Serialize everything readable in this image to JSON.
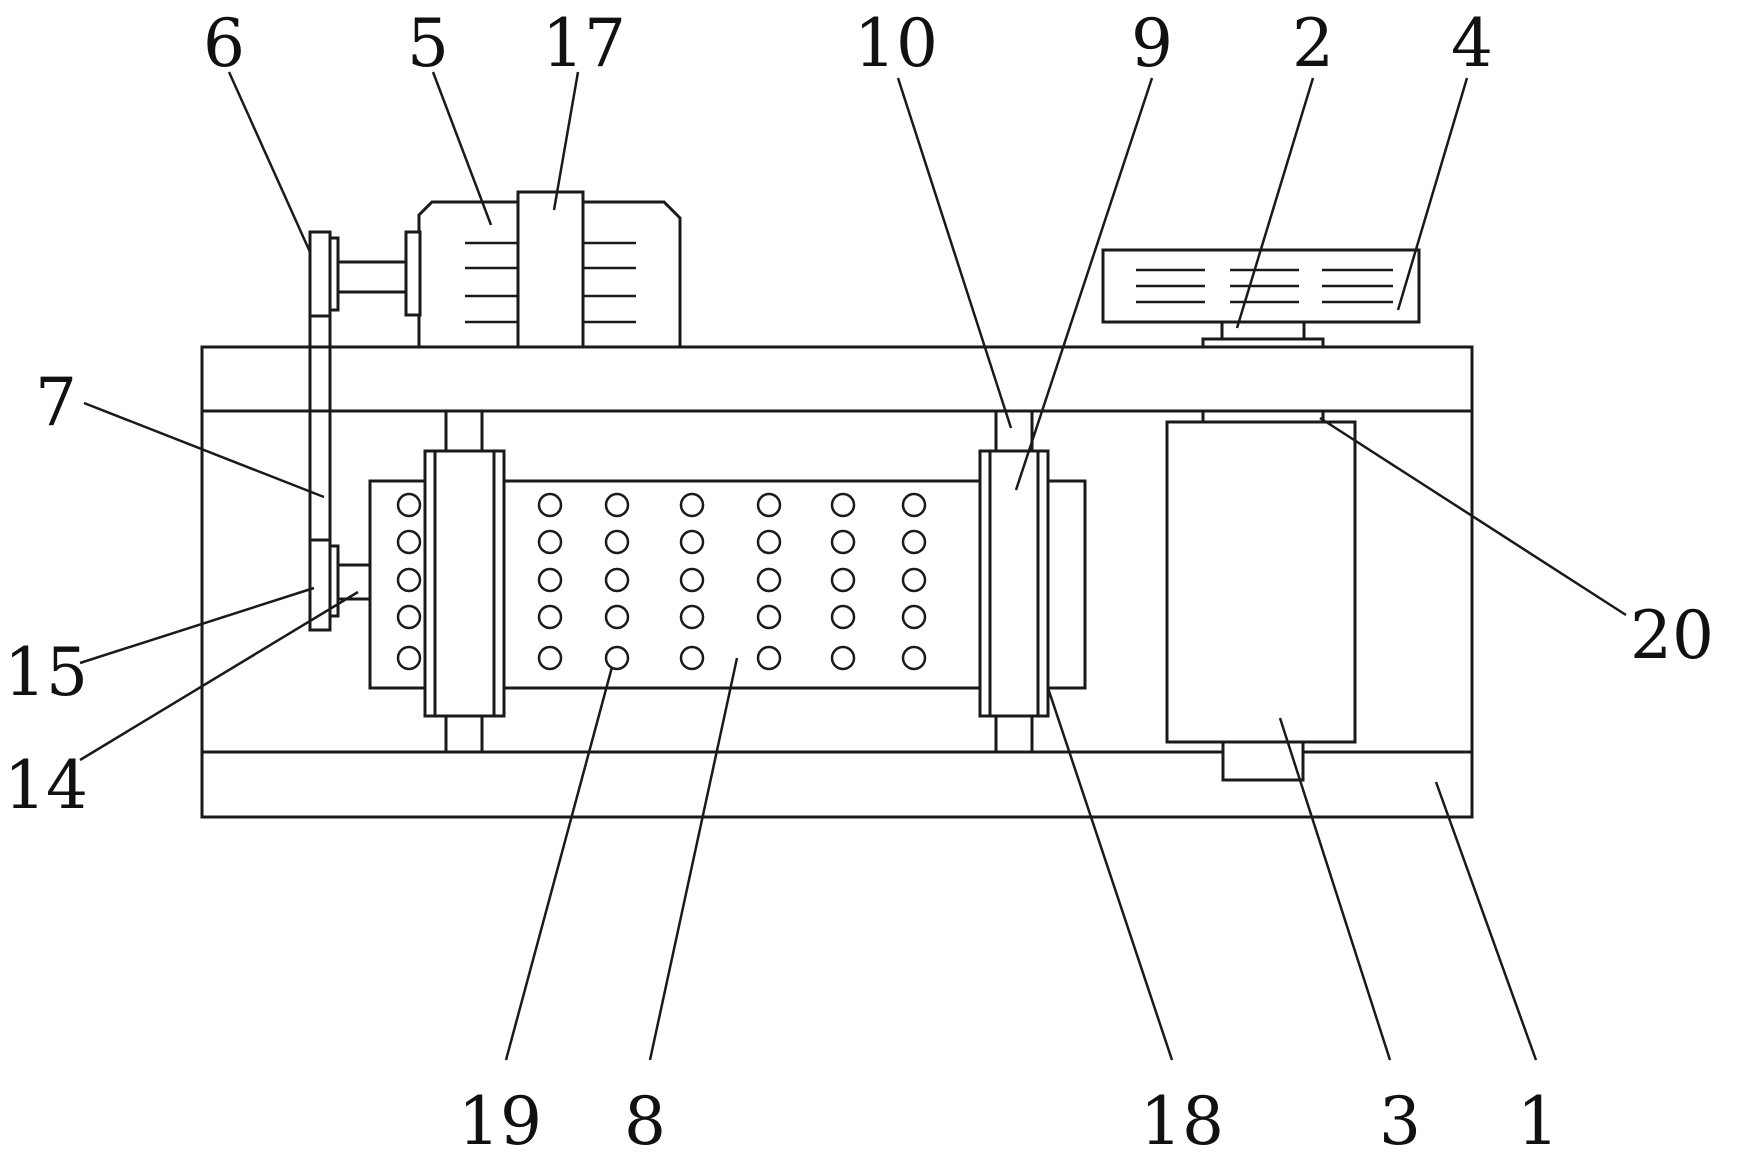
{
  "callouts": {
    "c1": "1",
    "c2": "2",
    "c3": "3",
    "c4": "4",
    "c5": "5",
    "c6": "6",
    "c7": "7",
    "c8": "8",
    "c9": "9",
    "c10": "10",
    "c14": "14",
    "c15": "15",
    "c17": "17",
    "c18": "18",
    "c19": "19",
    "c20": "20"
  },
  "colors": {
    "line": "#1a1a1a",
    "background": "#ffffff"
  }
}
